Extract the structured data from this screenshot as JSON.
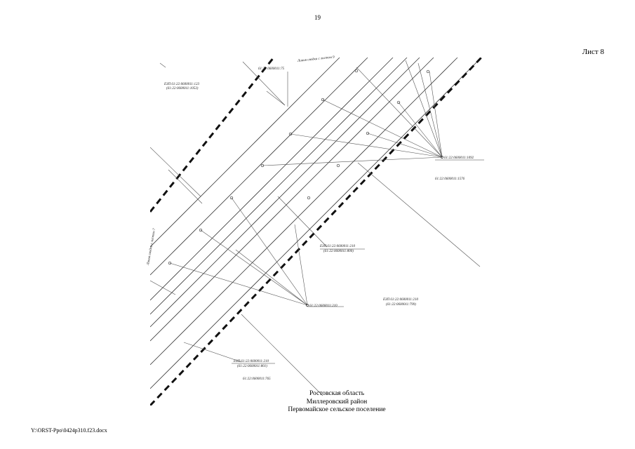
{
  "page": {
    "page_number": "19",
    "sheet_label": "Лист 8",
    "file_path": "Y:\\ORST-Ppo\\0424p310.f23.docx"
  },
  "location": {
    "line1": "Ростовская область",
    "line2": "Миллеровский район",
    "line3": "Первомайское сельское поселение"
  },
  "plan": {
    "match_line_top": "Линия сводки с листом 9",
    "match_line_left": "Линия сводки с листом 7",
    "labels": {
      "l1": "61:22:0600011:75",
      "l2a": "ЕЗП 61:22:0600011:123",
      "l2b": "(61:22:0600011:1053)",
      "l3": "61:22:0600011:1092",
      "l4": "61:22:0600011:1576",
      "l5a": "ЕЗП 61:22:0600011:210",
      "l5b": "(61:22:0600011:800)",
      "l6": "61:22:0600011:210",
      "l7a": "ЕЗП 61:22:0600011:210",
      "l7b": "(61:22:0600011:799)",
      "l8a": "ЕЗП 61:22:0600011:210",
      "l8b": "(61:22:0600011:801)",
      "l9": "61:22:0600011:765"
    }
  }
}
